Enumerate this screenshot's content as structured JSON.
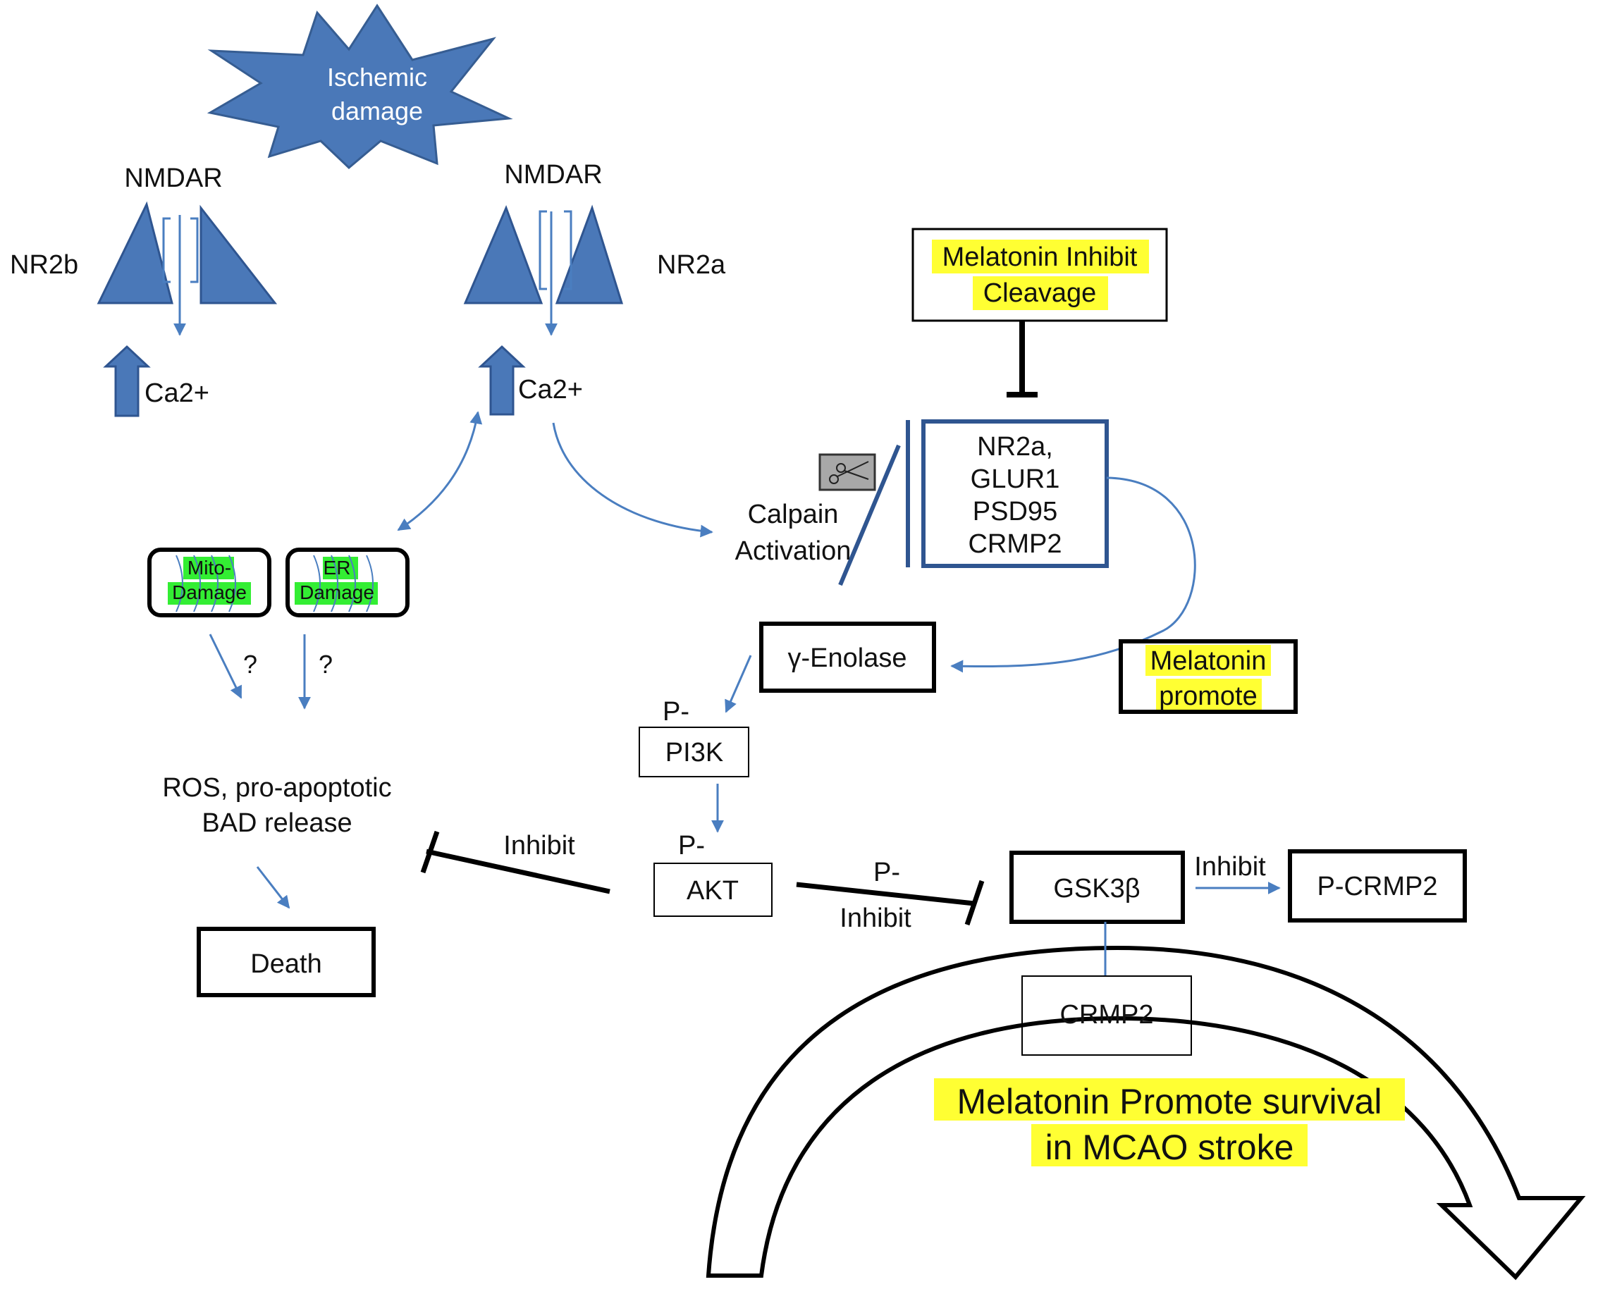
{
  "colors": {
    "receptor": "#4a78b8",
    "arrow": "#4a7ec0",
    "highlight_yellow": "#ffff33",
    "highlight_green": "#33ee33"
  },
  "nodes": {
    "ischemic_line1": "Ischemic",
    "ischemic_line2": "damage",
    "nmdar_left": "NMDAR",
    "nmdar_right": "NMDAR",
    "nr2b": "NR2b",
    "nr2a": "NR2a",
    "ca_left": "Ca2+",
    "ca_right": "Ca2+",
    "melatonin_inhibit_line1": "Melatonin Inhibit",
    "melatonin_inhibit_line2": "Cleavage",
    "substrates": [
      "NR2a,",
      "GLUR1",
      "PSD95",
      "CRMP2"
    ],
    "calpain_line1": "Calpain",
    "calpain_line2": "Activation",
    "mito_line1": "Mito-",
    "mito_line2": "Damage",
    "er_line1": "ER",
    "er_line2": "Damage",
    "question_left": "?",
    "question_right": "?",
    "enolase": "γ-Enolase",
    "melatonin_promote_line1": "Melatonin",
    "melatonin_promote_line2": "promote",
    "p_pi3k_prefix": "P-",
    "pi3k": "PI3K",
    "p_akt_prefix": "P-",
    "akt": "AKT",
    "ros_line1": "ROS, pro-apoptotic",
    "ros_line2": "BAD release",
    "death": "Death",
    "inhibit_death": "Inhibit",
    "p_inhibit_line1": "P-",
    "p_inhibit_line2": "Inhibit",
    "gsk3b": "GSK3β",
    "inhibit_crmp": "Inhibit",
    "p_crmp2": "P-CRMP2",
    "crmp2": "CRMP2",
    "survival_line1": "Melatonin Promote survival",
    "survival_line2": "in MCAO stroke"
  }
}
